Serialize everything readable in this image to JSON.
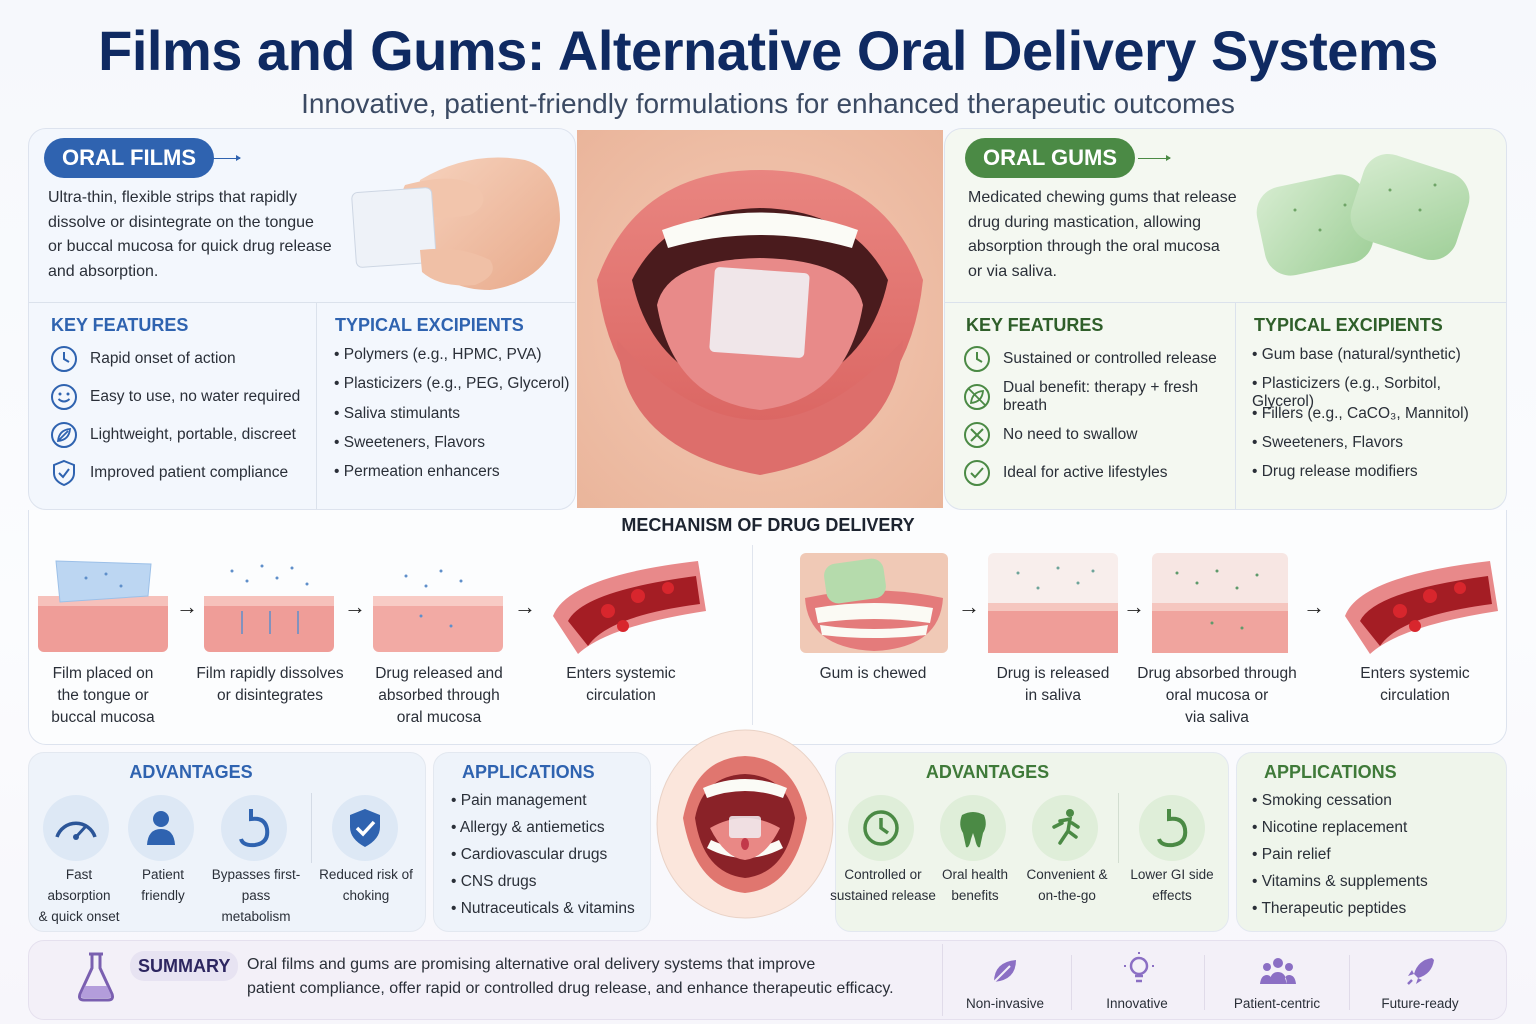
{
  "header": {
    "title": "Films and Gums: Alternative Oral Delivery Systems",
    "subtitle": "Innovative, patient-friendly formulations for enhanced therapeutic outcomes"
  },
  "colors": {
    "film_blue": "#2f63b0",
    "gum_green": "#4b8a45",
    "title_navy": "#0f2a62",
    "summary_purple": "#7a5fb0"
  },
  "films": {
    "label": "ORAL FILMS",
    "description_lines": [
      "Ultra-thin, flexible strips that rapidly",
      "dissolve or disintegrate on the tongue",
      "or buccal mucosa for quick drug release",
      "and absorption."
    ],
    "features_heading": "KEY FEATURES",
    "features": [
      {
        "icon": "clock-icon",
        "label": "Rapid onset of action"
      },
      {
        "icon": "smile-icon",
        "label": "Easy to use, no water required"
      },
      {
        "icon": "leaf-icon",
        "label": "Lightweight, portable, discreet"
      },
      {
        "icon": "shield-check-icon",
        "label": "Improved patient compliance"
      }
    ],
    "excipients_heading": "TYPICAL EXCIPIENTS",
    "excipients": [
      "• Polymers (e.g., HPMC, PVA)",
      "• Plasticizers (e.g., PEG, Glycerol)",
      "• Saliva stimulants",
      "• Sweeteners, Flavors",
      "• Permeation enhancers"
    ]
  },
  "gums": {
    "label": "ORAL GUMS",
    "description_lines": [
      "Medicated chewing gums that release",
      "drug during mastication, allowing",
      "absorption through the oral mucosa",
      "or via saliva."
    ],
    "features_heading": "KEY FEATURES",
    "features": [
      {
        "icon": "clock-icon",
        "label": "Sustained or controlled release"
      },
      {
        "icon": "leaf-cross-icon",
        "label": "Dual benefit: therapy + fresh breath"
      },
      {
        "icon": "no-swallow-icon",
        "label": "No need to swallow"
      },
      {
        "icon": "check-circle-icon",
        "label": "Ideal for active lifestyles"
      }
    ],
    "excipients_heading": "TYPICAL EXCIPIENTS",
    "excipients": [
      "• Gum base (natural/synthetic)",
      "• Plasticizers (e.g., Sorbitol, Glycerol)",
      "• Fillers (e.g., CaCO₃, Mannitol)",
      "• Sweeteners, Flavors",
      "• Drug release modifiers"
    ]
  },
  "mechanism": {
    "title": "MECHANISM OF DRUG DELIVERY",
    "film_steps": [
      [
        "Film placed on",
        "the tongue or",
        "buccal mucosa"
      ],
      [
        "Film rapidly dissolves",
        "or disintegrates"
      ],
      [
        "Drug released and",
        "absorbed through",
        "oral mucosa"
      ],
      [
        "Enters systemic",
        "circulation"
      ]
    ],
    "gum_steps": [
      [
        "Gum is chewed"
      ],
      [
        "Drug is released",
        "in saliva"
      ],
      [
        "Drug absorbed through",
        "oral mucosa or",
        "via saliva"
      ],
      [
        "Enters systemic",
        "circulation"
      ]
    ]
  },
  "film_advantages": {
    "heading": "ADVANTAGES",
    "items": [
      {
        "icon": "gauge-icon",
        "lines": [
          "Fast absorption",
          "& quick onset"
        ]
      },
      {
        "icon": "person-icon",
        "lines": [
          "Patient",
          "friendly"
        ]
      },
      {
        "icon": "stomach-icon",
        "lines": [
          "Bypasses first-pass",
          "metabolism"
        ]
      },
      {
        "icon": "shield-check-icon",
        "lines": [
          "Reduced risk of",
          "choking"
        ]
      }
    ]
  },
  "film_applications": {
    "heading": "APPLICATIONS",
    "items": [
      "• Pain management",
      "• Allergy & antiemetics",
      "• Cardiovascular drugs",
      "• CNS drugs",
      "• Nutraceuticals & vitamins"
    ]
  },
  "gum_advantages": {
    "heading": "ADVANTAGES",
    "items": [
      {
        "icon": "clock-icon",
        "lines": [
          "Controlled or",
          "sustained release"
        ]
      },
      {
        "icon": "tooth-icon",
        "lines": [
          "Oral health",
          "benefits"
        ]
      },
      {
        "icon": "runner-icon",
        "lines": [
          "Convenient &",
          "on-the-go"
        ]
      },
      {
        "icon": "stomach-icon",
        "lines": [
          "Lower GI side",
          "effects"
        ]
      }
    ]
  },
  "gum_applications": {
    "heading": "APPLICATIONS",
    "items": [
      "• Smoking cessation",
      "• Nicotine replacement",
      "• Pain relief",
      "• Vitamins & supplements",
      "• Therapeutic peptides"
    ]
  },
  "summary": {
    "label": "SUMMARY",
    "lines": [
      "Oral films and gums are promising alternative oral delivery systems that improve",
      "patient compliance, offer rapid or controlled drug release, and enhance therapeutic efficacy."
    ],
    "tags": [
      {
        "icon": "leaf-icon",
        "label": "Non-invasive"
      },
      {
        "icon": "lightbulb-icon",
        "label": "Innovative"
      },
      {
        "icon": "people-icon",
        "label": "Patient-centric"
      },
      {
        "icon": "rocket-icon",
        "label": "Future-ready"
      }
    ]
  }
}
